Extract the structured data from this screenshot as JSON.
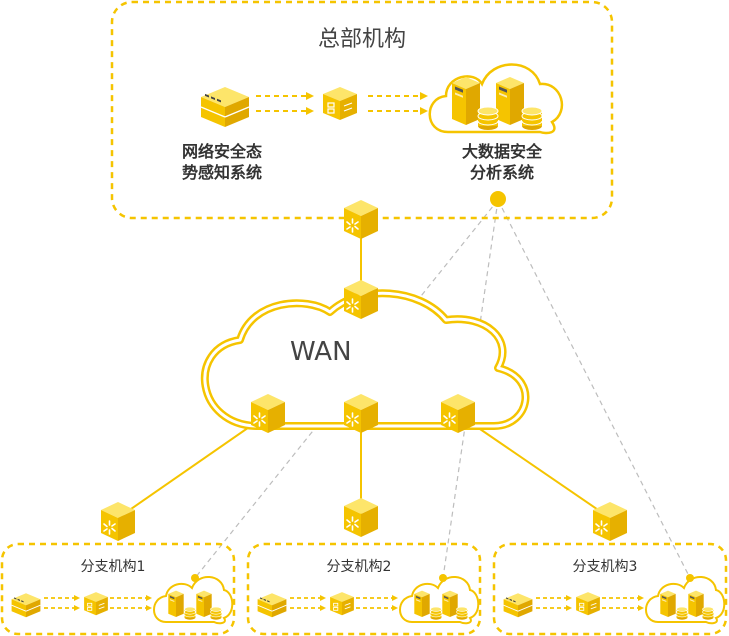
{
  "colors": {
    "accent": "#f5c400",
    "accent_dark": "#e0a800",
    "accent_light": "#fde56a",
    "dash_gray": "#bdbdbd",
    "text": "#333333"
  },
  "headquarters": {
    "title": "总部机构",
    "situational_awareness": {
      "label": "网络安全态\n势感知系统",
      "line1": "网络安全态",
      "line2": "势感知系统",
      "icon": "server-rack-icon"
    },
    "switch_icon": "network-switch-icon",
    "big_data": {
      "label": "大数据安全\n分析系统",
      "line1": "大数据安全",
      "line2": "分析系统",
      "icon": "cloud-database-icon"
    },
    "gateway_icon": "router-cube-icon"
  },
  "wan": {
    "label": "WAN",
    "icon": "cloud-icon"
  },
  "branches": [
    {
      "label": "分支机构1"
    },
    {
      "label": "分支机构2"
    },
    {
      "label": "分支机构3"
    }
  ]
}
